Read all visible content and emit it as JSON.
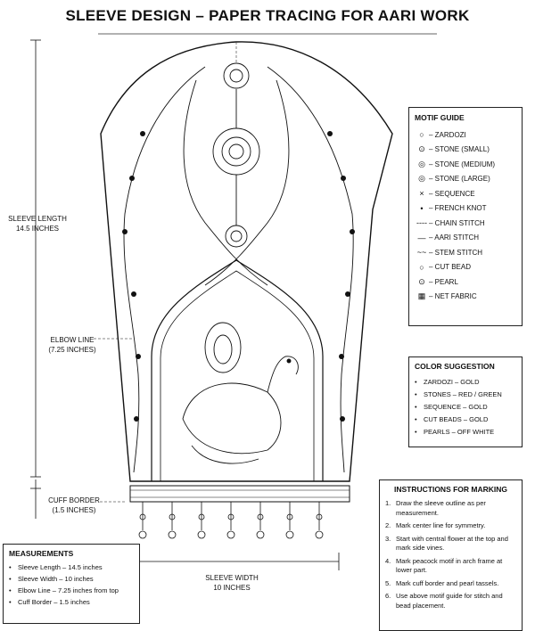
{
  "title": "SLEEVE DESIGN – PAPER TRACING FOR AARI WORK",
  "labels": {
    "sleeve_length": [
      "SLEEVE LENGTH",
      "14.5 INCHES"
    ],
    "elbow_line": [
      "ELBOW LINE",
      "(7.25 INCHES)"
    ],
    "cuff_border": [
      "CUFF BORDER",
      "(1.5 INCHES)"
    ],
    "sleeve_width": [
      "SLEEVE WIDTH",
      "10 INCHES"
    ]
  },
  "motif_guide": {
    "heading": "MOTIF GUIDE",
    "items": [
      {
        "icon": "circle-icon",
        "symbol": "○",
        "label": "– ZARDOZI"
      },
      {
        "icon": "dotted-circle-icon",
        "symbol": "⊙",
        "label": "– STONE (SMALL)"
      },
      {
        "icon": "ring-circle-icon",
        "symbol": "◎",
        "label": "– STONE (MEDIUM)"
      },
      {
        "icon": "double-ring-icon",
        "symbol": "◎",
        "label": "– STONE (LARGE)"
      },
      {
        "icon": "cross-icon",
        "symbol": "×",
        "label": "– SEQUENCE"
      },
      {
        "icon": "dot-icon",
        "symbol": "•",
        "label": "– FRENCH KNOT"
      },
      {
        "icon": "dashed-line-icon",
        "symbol": "----",
        "label": "– CHAIN STITCH"
      },
      {
        "icon": "line-icon",
        "symbol": "—",
        "label": "– AARI STITCH"
      },
      {
        "icon": "wavy-line-icon",
        "symbol": "~~",
        "label": "– STEM STITCH"
      },
      {
        "icon": "small-circle-icon",
        "symbol": "○",
        "label": "– CUT BEAD"
      },
      {
        "icon": "pearl-icon",
        "symbol": "⊙",
        "label": "– PEARL"
      },
      {
        "icon": "grid-icon",
        "symbol": "▦",
        "label": "– NET FABRIC"
      }
    ]
  },
  "color_suggestion": {
    "heading": "COLOR SUGGESTION",
    "items": [
      "ZARDOZI – GOLD",
      "STONES – RED / GREEN",
      "SEQUENCE – GOLD",
      "CUT BEADS – GOLD",
      "PEARLS – OFF WHITE"
    ]
  },
  "instructions": {
    "heading": "INSTRUCTIONS FOR MARKING",
    "items": [
      "Draw the sleeve outline as per measurement.",
      "Mark center line for symmetry.",
      "Start with central flower at the top and mark side vines.",
      "Mark peacock motif in arch frame at lower part.",
      "Mark cuff border and pearl tassels.",
      "Use above motif guide for stitch and bead placement."
    ]
  },
  "measurements": {
    "heading": "MEASUREMENTS",
    "items": [
      "Sleeve Length – 14.5 inches",
      "Sleeve Width – 10 inches",
      "Elbow Line – 7.25 inches from top",
      "Cuff Border – 1.5 inches"
    ]
  }
}
